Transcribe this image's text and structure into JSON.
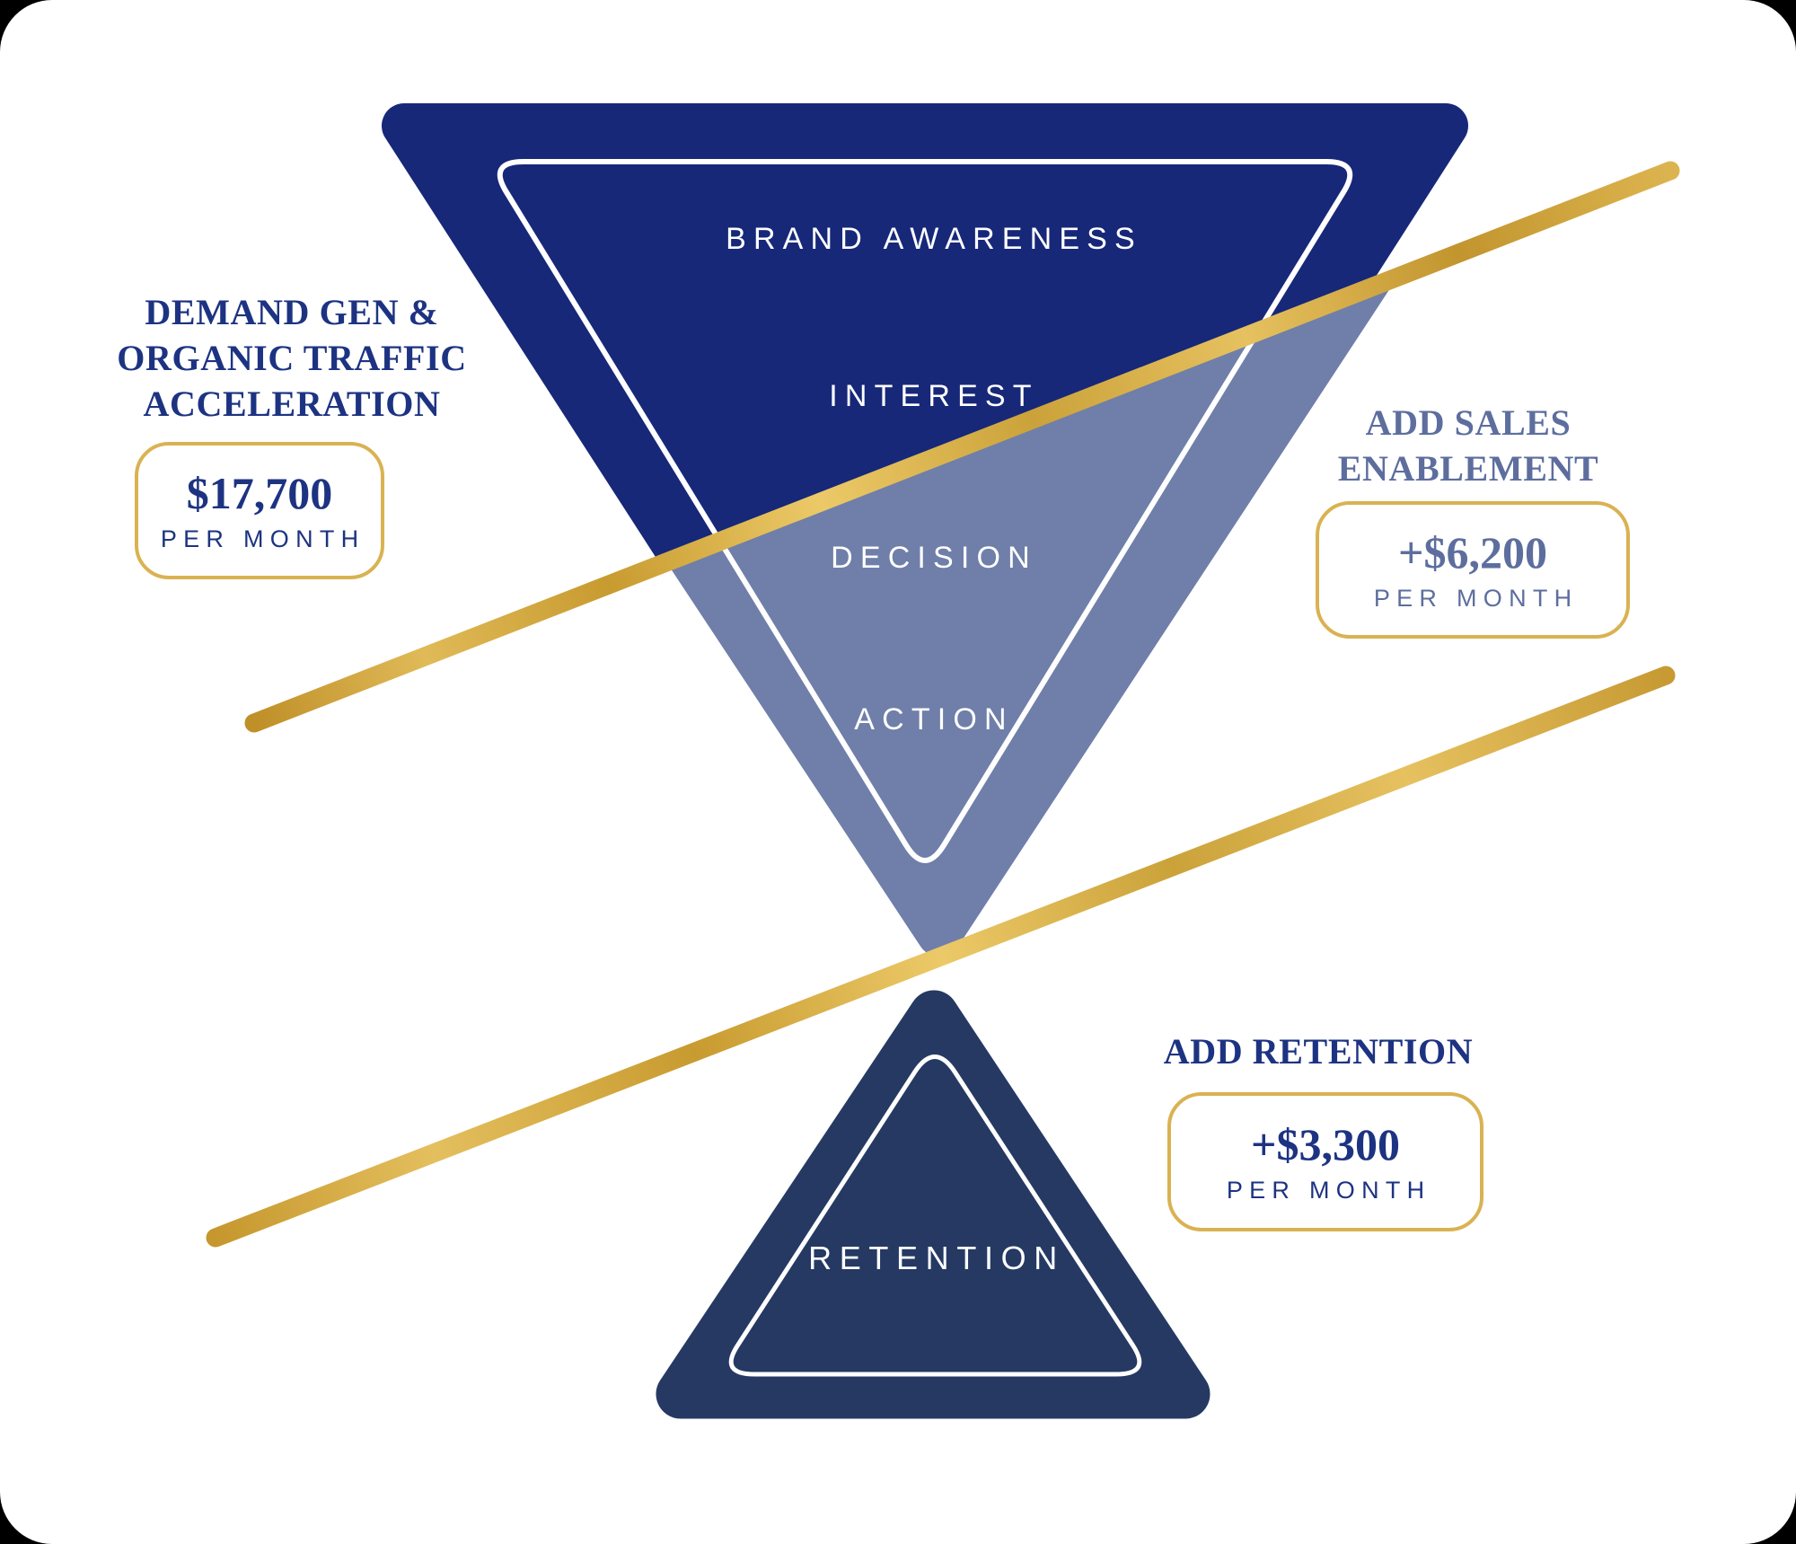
{
  "funnel": {
    "stages": [
      {
        "label": "BRAND AWARENESS"
      },
      {
        "label": "INTEREST"
      },
      {
        "label": "DECISION"
      },
      {
        "label": "ACTION"
      }
    ],
    "retention_label": "RETENTION"
  },
  "callouts": {
    "demand_gen": {
      "line1": "DEMAND GEN &",
      "line2": "ORGANIC TRAFFIC",
      "line3": "ACCELERATION",
      "price": "$17,700",
      "cadence": "PER MONTH"
    },
    "sales_enablement": {
      "line1": "ADD SALES",
      "line2": "ENABLEMENT",
      "price": "+$6,200",
      "cadence": "PER MONTH"
    },
    "retention": {
      "line1": "ADD RETENTION",
      "price": "+$3,300",
      "cadence": "PER MONTH"
    }
  },
  "colors": {
    "dark_navy": "#172879",
    "light_slate": "#6f7fa9",
    "retention_navy": "#253963",
    "gold": "#d4a73f",
    "gold_border": "#d9b252",
    "navy_text": "#1d3382",
    "slate_text": "#5d6e9e",
    "background": "#ffffff",
    "page_corner": "#000000"
  }
}
